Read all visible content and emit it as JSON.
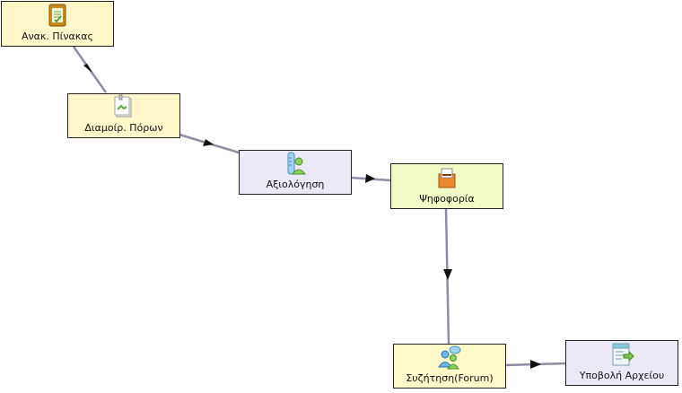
{
  "colors": {
    "connector": "#8f8ca3",
    "border": "#222222"
  },
  "nodes": [
    {
      "id": "n1",
      "label": "Ανακ. Πίνακας",
      "icon": "notice-board-icon",
      "fill": "#fdf7c9"
    },
    {
      "id": "n2",
      "label": "Διαμοίρ. Πόρων",
      "icon": "shared-resources-icon",
      "fill": "#fdf7c9"
    },
    {
      "id": "n3",
      "label": "Αξιολόγηση",
      "icon": "assessment-icon",
      "fill": "#ebe9f5"
    },
    {
      "id": "n4",
      "label": "Ψηφοφορία",
      "icon": "voting-icon",
      "fill": "#f1fbc6"
    },
    {
      "id": "n5",
      "label": "Συζήτηση(Forum)",
      "icon": "forum-icon",
      "fill": "#fdf9c9"
    },
    {
      "id": "n6",
      "label": "Υποβολή Αρχείου",
      "icon": "file-upload-icon",
      "fill": "#ebe9f5"
    }
  ],
  "edges": [
    {
      "from": "Ανακ. Πίνακας",
      "to": "Διαμοίρ. Πόρων"
    },
    {
      "from": "Διαμοίρ. Πόρων",
      "to": "Αξιολόγηση"
    },
    {
      "from": "Αξιολόγηση",
      "to": "Ψηφοφορία"
    },
    {
      "from": "Ψηφοφορία",
      "to": "Συζήτηση(Forum)"
    },
    {
      "from": "Συζήτηση(Forum)",
      "to": "Υποβολή Αρχείου"
    }
  ]
}
